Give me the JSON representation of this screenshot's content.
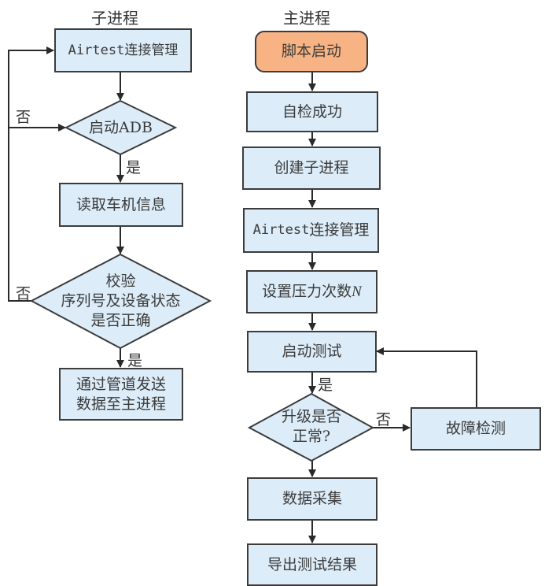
{
  "sub_process": {
    "title": "子进程",
    "nodes": {
      "airtest_connect": "Airtest连接管理",
      "start_adb": "启动ADB",
      "read_info": "读取车机信息",
      "verify": "校验\n序列号及设备状态\n是否正确",
      "send_data": "通过管道发送\n数据至主进程"
    },
    "edges": {
      "adb_yes": "是",
      "adb_no": "否",
      "verify_yes": "是",
      "verify_no": "否"
    }
  },
  "main_process": {
    "title": "主进程",
    "nodes": {
      "script_start": "脚本启动",
      "self_check": "自检成功",
      "create_sub": "创建子进程",
      "airtest_connect_prefix": "Airtest",
      "airtest_connect_suffix": "连接管理",
      "set_pressure_prefix": "设置压力次数",
      "set_pressure_var": "N",
      "start_test": "启动测试",
      "upgrade_ok": "升级是否\n正常?",
      "fault_detect": "故障检测",
      "data_collect": "数据采集",
      "export_results": "导出测试结果"
    },
    "edges": {
      "test_yes": "是",
      "upgrade_no": "否"
    }
  },
  "colors": {
    "box_fill": "#dcecf8",
    "start_fill": "#f7b383",
    "stroke": "#3c3c3c"
  }
}
